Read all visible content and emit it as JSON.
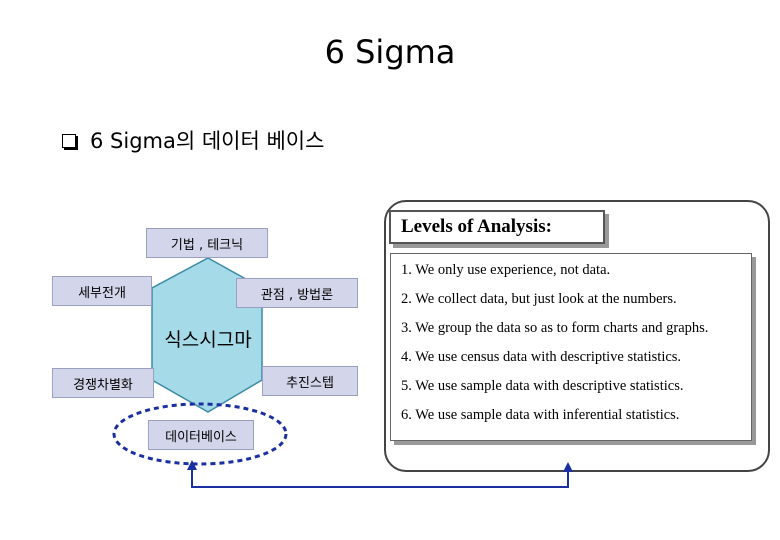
{
  "title": "6 Sigma",
  "subtitle": "6 Sigma의 데이터 베이스",
  "diagram": {
    "center": "식스시그마",
    "boxes": {
      "top": "기법 , 테크닉",
      "mid_left": "세부전개",
      "mid_right": "관점 , 방법론",
      "low_left": "경쟁차별화",
      "low_right": "추진스텝",
      "bottom": "데이터베이스"
    }
  },
  "levels": {
    "heading": "Levels of Analysis:",
    "items": [
      "1. We only use experience, not data.",
      "2. We collect data, but just look at the numbers.",
      "3. We group the data so as to form charts and graphs.",
      "4. We use census data with descriptive statistics.",
      "5. We use sample data with descriptive statistics.",
      "6. We use sample data with inferential statistics."
    ]
  },
  "colors": {
    "hexagon_fill": "#a5dbe8",
    "box_fill": "#d3d6ea",
    "highlight": "#1a2fa0",
    "connector": "#1a2fa0"
  }
}
